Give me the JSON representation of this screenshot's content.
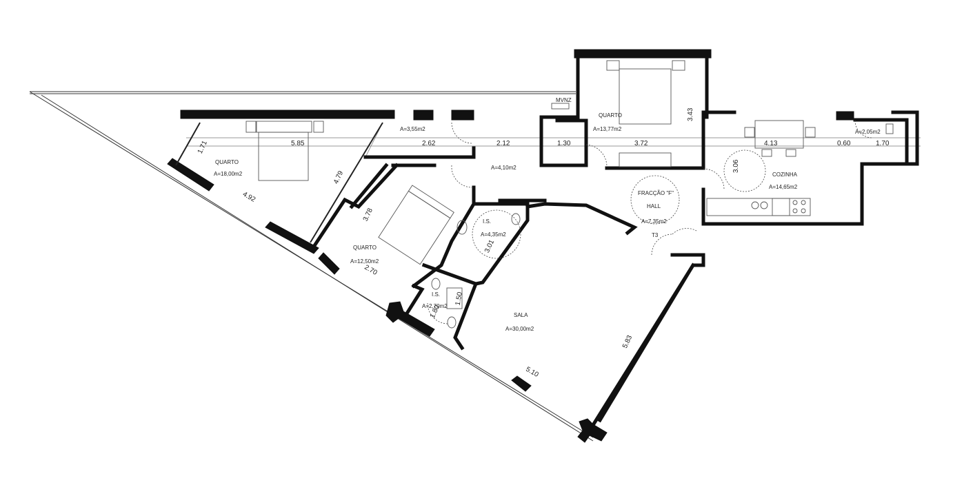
{
  "rooms": {
    "quarto_left": {
      "name": "QUARTO",
      "area": "A=18,00m2"
    },
    "quarto_mid": {
      "name": "QUARTO",
      "area": "A=12,50m2"
    },
    "quarto_top": {
      "name": "QUARTO",
      "area": "A=13,77m2"
    },
    "ls_upper": {
      "name": "I.S.",
      "area": "A=4,35m2"
    },
    "ls_lower": {
      "name": "I.S.",
      "area": "A=2,70m2"
    },
    "sala": {
      "name": "SALA",
      "area": "A=30,00m2"
    },
    "cozinha": {
      "name": "COZINHA",
      "area": "A=14,65m2"
    },
    "hall": {
      "name": "HALL",
      "area": "A=7,35m2"
    },
    "corridor": {
      "area": "A=4,10m2"
    },
    "balcony_top": {
      "area": "A=3,55m2"
    },
    "balcony_right": {
      "area": "A=2,05m2"
    }
  },
  "labels": {
    "fraccao": "FRACÇÃO \"F\"",
    "typology": "T3",
    "mvnz": "MVNZ"
  },
  "dimensions": {
    "d171": "1.71",
    "d585": "5.85",
    "d262": "2.62",
    "d212": "2.12",
    "d130": "1.30",
    "d372": "3.72",
    "d343": "3.43",
    "d413": "4.13",
    "d060": "0.60",
    "d170": "1.70",
    "d306": "3.06",
    "d479": "4.79",
    "d492": "4.92",
    "d378": "3.78",
    "d270": "2.70",
    "d301": "3.01",
    "d150": "1.50",
    "d180": "1.80",
    "d510": "5.10",
    "d583": "5.83"
  }
}
